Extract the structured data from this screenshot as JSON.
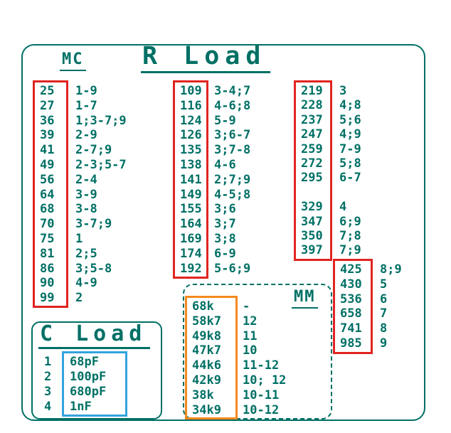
{
  "labels": {
    "title": "R Load",
    "mc": "MC",
    "mm": "MM",
    "c_load": "C Load"
  },
  "colors": {
    "teal": "#007065",
    "red": "#e02420",
    "orange": "#f5891f",
    "blue": "#33a3dc"
  },
  "r_load": {
    "columns": [
      {
        "rows": [
          {
            "n": "25",
            "v": "1-9"
          },
          {
            "n": "27",
            "v": "1-7"
          },
          {
            "n": "36",
            "v": "1;3-7;9"
          },
          {
            "n": "39",
            "v": "2-9"
          },
          {
            "n": "41",
            "v": "2-7;9"
          },
          {
            "n": "49",
            "v": "2-3;5-7"
          },
          {
            "n": "56",
            "v": "2-4"
          },
          {
            "n": "64",
            "v": "3-9"
          },
          {
            "n": "68",
            "v": "3-8"
          },
          {
            "n": "70",
            "v": "3-7;9"
          },
          {
            "n": "75",
            "v": "1"
          },
          {
            "n": "81",
            "v": "2;5"
          },
          {
            "n": "86",
            "v": "3;5-8"
          },
          {
            "n": "90",
            "v": "4-9"
          },
          {
            "n": "99",
            "v": "2"
          }
        ]
      },
      {
        "rows": [
          {
            "n": "109",
            "v": "3-4;7"
          },
          {
            "n": "116",
            "v": "4-6;8"
          },
          {
            "n": "124",
            "v": "5-9"
          },
          {
            "n": "126",
            "v": "3;6-7"
          },
          {
            "n": "135",
            "v": "3;7-8"
          },
          {
            "n": "138",
            "v": "4-6"
          },
          {
            "n": "141",
            "v": "2;7;9"
          },
          {
            "n": "149",
            "v": "4-5;8"
          },
          {
            "n": "155",
            "v": "3;6"
          },
          {
            "n": "164",
            "v": "3;7"
          },
          {
            "n": "169",
            "v": "3;8"
          },
          {
            "n": "174",
            "v": "6-9"
          },
          {
            "n": "192",
            "v": "5-6;9"
          }
        ]
      },
      {
        "rows": [
          {
            "n": "219",
            "v": "3"
          },
          {
            "n": "228",
            "v": "4;8"
          },
          {
            "n": "237",
            "v": "5;6"
          },
          {
            "n": "247",
            "v": "4;9"
          },
          {
            "n": "259",
            "v": "7-9"
          },
          {
            "n": "272",
            "v": "5;8"
          },
          {
            "n": "295",
            "v": "6-7"
          },
          {
            "n": "",
            "v": ""
          },
          {
            "n": "329",
            "v": "4"
          },
          {
            "n": "347",
            "v": "6;9"
          },
          {
            "n": "350",
            "v": "7;8"
          },
          {
            "n": "397",
            "v": "7;9"
          }
        ]
      },
      {
        "rows": [
          {
            "n": "425",
            "v": "8;9"
          },
          {
            "n": "430",
            "v": "5"
          },
          {
            "n": "536",
            "v": "6"
          },
          {
            "n": "658",
            "v": "7"
          },
          {
            "n": "741",
            "v": "8"
          },
          {
            "n": "985",
            "v": "9"
          }
        ]
      }
    ]
  },
  "mm_table": {
    "rows": [
      {
        "n": "68k",
        "v": "-"
      },
      {
        "n": "58k7",
        "v": "12"
      },
      {
        "n": "49k8",
        "v": "11"
      },
      {
        "n": "47k7",
        "v": "10"
      },
      {
        "n": "44k6",
        "v": "11-12"
      },
      {
        "n": "42k9",
        "v": "10; 12"
      },
      {
        "n": "38k",
        "v": "10-11"
      },
      {
        "n": "34k9",
        "v": "10-12"
      }
    ]
  },
  "c_load_table": {
    "rows": [
      {
        "n": "1",
        "v": "68pF"
      },
      {
        "n": "2",
        "v": "100pF"
      },
      {
        "n": "3",
        "v": "680pF"
      },
      {
        "n": "4",
        "v": "1nF"
      }
    ]
  }
}
